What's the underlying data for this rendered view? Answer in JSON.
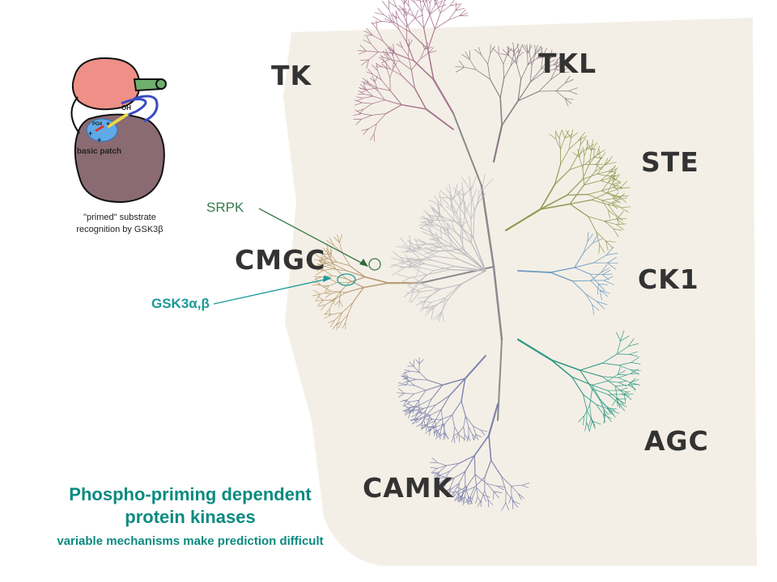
{
  "families": [
    {
      "name": "TK",
      "color": "#a7758f"
    },
    {
      "name": "TKL",
      "color": "#8c7a86"
    },
    {
      "name": "STE",
      "color": "#8d9a52"
    },
    {
      "name": "CK1",
      "color": "#6a9ac0"
    },
    {
      "name": "AGC",
      "color": "#2f9a86"
    },
    {
      "name": "CAMK",
      "color": "#7c83ad"
    },
    {
      "name": "CMGC",
      "color": "#b69b72"
    }
  ],
  "inset": {
    "oh_label": "OH",
    "po4_label": "PO4",
    "plus_signs": [
      "+",
      "+",
      "+"
    ],
    "basic_patch_label": "basic patch",
    "caption_line1": "\"primed\" substrate",
    "caption_line2": "recognition by GSK3β"
  },
  "callouts": {
    "srpk": "SRPK",
    "gsk3": "GSK3α,β",
    "srpk_color": "#3a7a4a",
    "gsk3_color": "#1a9a98"
  },
  "caption": {
    "title_line1": "Phospho-priming dependent",
    "title_line2": "protein kinases",
    "subtitle": "variable mechanisms make prediction difficult"
  }
}
